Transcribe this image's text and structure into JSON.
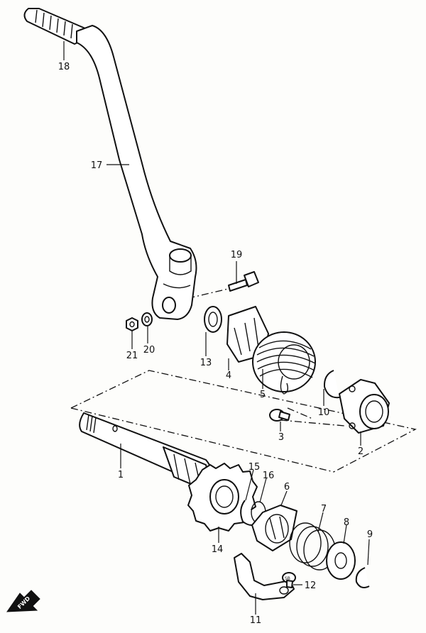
{
  "labels": {
    "p1": "1",
    "p2": "2",
    "p3": "3",
    "p4": "4",
    "p5": "5",
    "p6": "6",
    "p7": "7",
    "p8": "8",
    "p9": "9",
    "p10": "10",
    "p11": "11",
    "p12": "12",
    "p13": "13",
    "p14": "14",
    "p15": "15",
    "p16": "16",
    "p17": "17",
    "p18": "18",
    "p19": "19",
    "p20": "20",
    "p21": "21"
  },
  "fwd_label": "FWD",
  "screw_marking": "SB"
}
